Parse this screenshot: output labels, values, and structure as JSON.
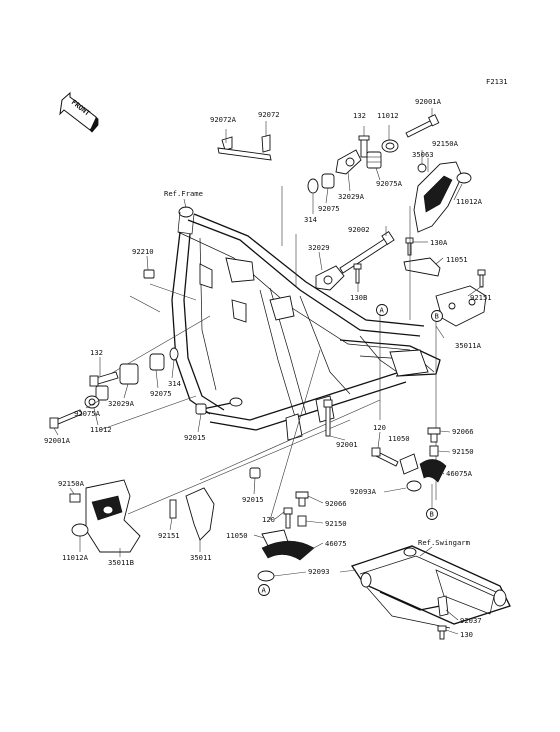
{
  "figure_code": "F2131",
  "front_arrow": "FRONT",
  "refs": {
    "frame": "Ref.Frame",
    "swingarm": "Ref.Swingarm"
  },
  "markers": {
    "a": "A",
    "b": "B"
  },
  "labels": {
    "l92072A": "92072A",
    "l92072": "92072",
    "l132_top": "132",
    "l11012_top": "11012",
    "l92001A_top": "92001A",
    "l92150A_top": "92150A",
    "l35063": "35063",
    "l32029A_top": "32029A",
    "l92075A_top": "92075A",
    "l92075_top": "92075",
    "l314_top": "314",
    "l11012A_top": "11012A",
    "l92210": "92210",
    "l92002": "92002",
    "l130A": "130A",
    "l32029_top": "32029",
    "l11051": "11051",
    "l92151_top": "92151",
    "l130B": "130B",
    "l35011A": "35011A",
    "l132_left": "132",
    "l314_left": "314",
    "l32029A_left": "32029A",
    "l92075_left": "92075",
    "l92075A_left": "92075A",
    "l11012_left": "11012",
    "l92001A_left": "92001A",
    "l92015_a": "92015",
    "l92001": "92001",
    "l120_right": "120",
    "l11050_right": "11050",
    "l92066_right": "92066",
    "l92150_right": "92150",
    "l46075A": "46075A",
    "l92093A": "92093A",
    "l92150A_left": "92150A",
    "l11012A_left": "11012A",
    "l35011B": "35011B",
    "l92151_left": "92151",
    "l35011": "35011",
    "l92015_b": "92015",
    "l92066_low": "92066",
    "l120_low": "120",
    "l92150_low": "92150",
    "l11050_low": "11050",
    "l46075": "46075",
    "l92093": "92093",
    "l92037": "92037",
    "l130_low": "130"
  }
}
